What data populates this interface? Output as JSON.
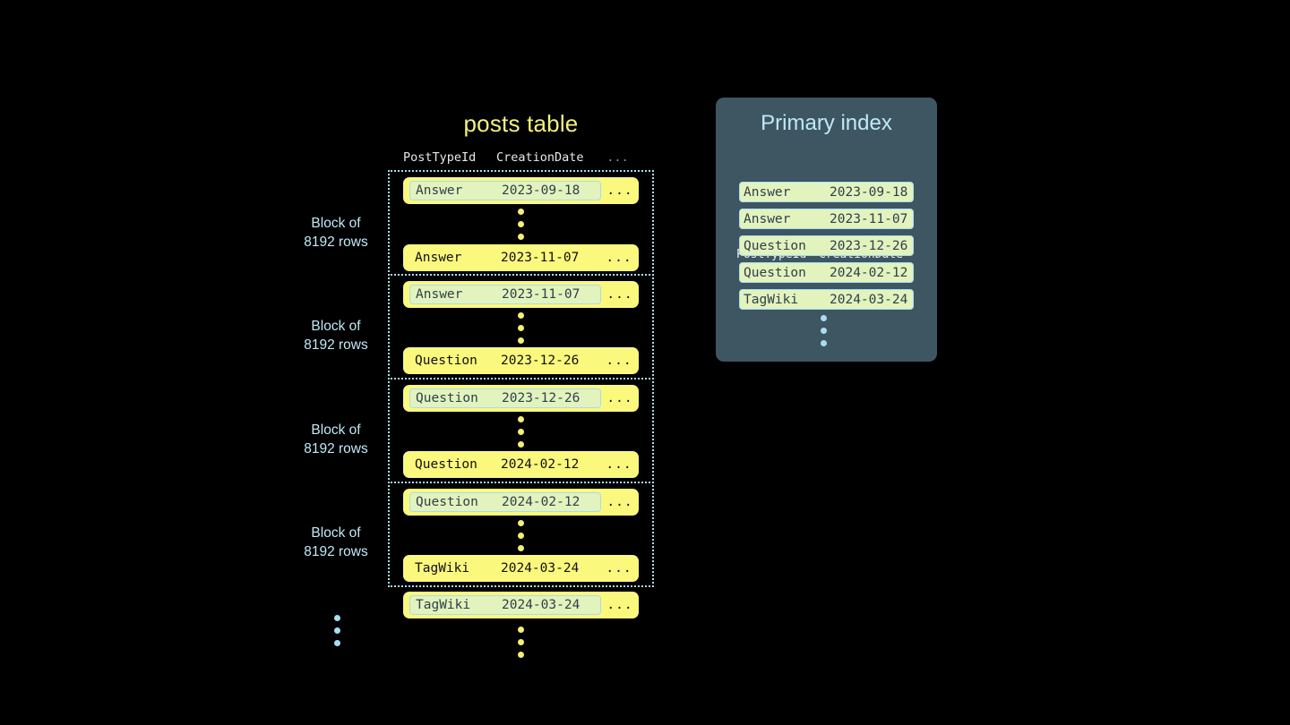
{
  "posts_table": {
    "title": "posts table",
    "columns": [
      "PostTypeId",
      "CreationDate",
      "..."
    ],
    "blocks": [
      {
        "label": "Block of\n8192 rows",
        "first_row": {
          "post_type_id": "Answer",
          "creation_date": "2023-09-18",
          "more": "...",
          "marked": true
        },
        "last_row": {
          "post_type_id": "Answer",
          "creation_date": "2023-11-07",
          "more": "...",
          "marked": false
        }
      },
      {
        "label": "Block of\n8192 rows",
        "first_row": {
          "post_type_id": "Answer",
          "creation_date": "2023-11-07",
          "more": "...",
          "marked": true
        },
        "last_row": {
          "post_type_id": "Question",
          "creation_date": "2023-12-26",
          "more": "...",
          "marked": false
        }
      },
      {
        "label": "Block of\n8192 rows",
        "first_row": {
          "post_type_id": "Question",
          "creation_date": "2023-12-26",
          "more": "...",
          "marked": true
        },
        "last_row": {
          "post_type_id": "Question",
          "creation_date": "2024-02-12",
          "more": "...",
          "marked": false
        }
      },
      {
        "label": "Block of\n8192 rows",
        "first_row": {
          "post_type_id": "Question",
          "creation_date": "2024-02-12",
          "more": "...",
          "marked": true
        },
        "last_row": {
          "post_type_id": "TagWiki",
          "creation_date": "2024-03-24",
          "more": "...",
          "marked": false
        }
      }
    ],
    "trailing_row": {
      "post_type_id": "TagWiki",
      "creation_date": "2024-03-24",
      "more": "...",
      "marked": true
    }
  },
  "primary_index": {
    "title": "Primary index",
    "columns": [
      "PostTypeId",
      "CreationDate"
    ],
    "rows": [
      {
        "post_type_id": "Answer",
        "creation_date": "2023-09-18"
      },
      {
        "post_type_id": "Answer",
        "creation_date": "2023-11-07"
      },
      {
        "post_type_id": "Question",
        "creation_date": "2023-12-26"
      },
      {
        "post_type_id": "Question",
        "creation_date": "2024-02-12"
      },
      {
        "post_type_id": "TagWiki",
        "creation_date": "2024-03-24"
      }
    ]
  },
  "colors": {
    "background": "#000000",
    "row_yellow": "#fbf87e",
    "mark_green": "#e2f3bd",
    "accent_blue": "#a9dcef",
    "panel_slate": "#3e5562",
    "title_yellow": "#f2f27a",
    "dot_yellow": "#f6ef73"
  }
}
